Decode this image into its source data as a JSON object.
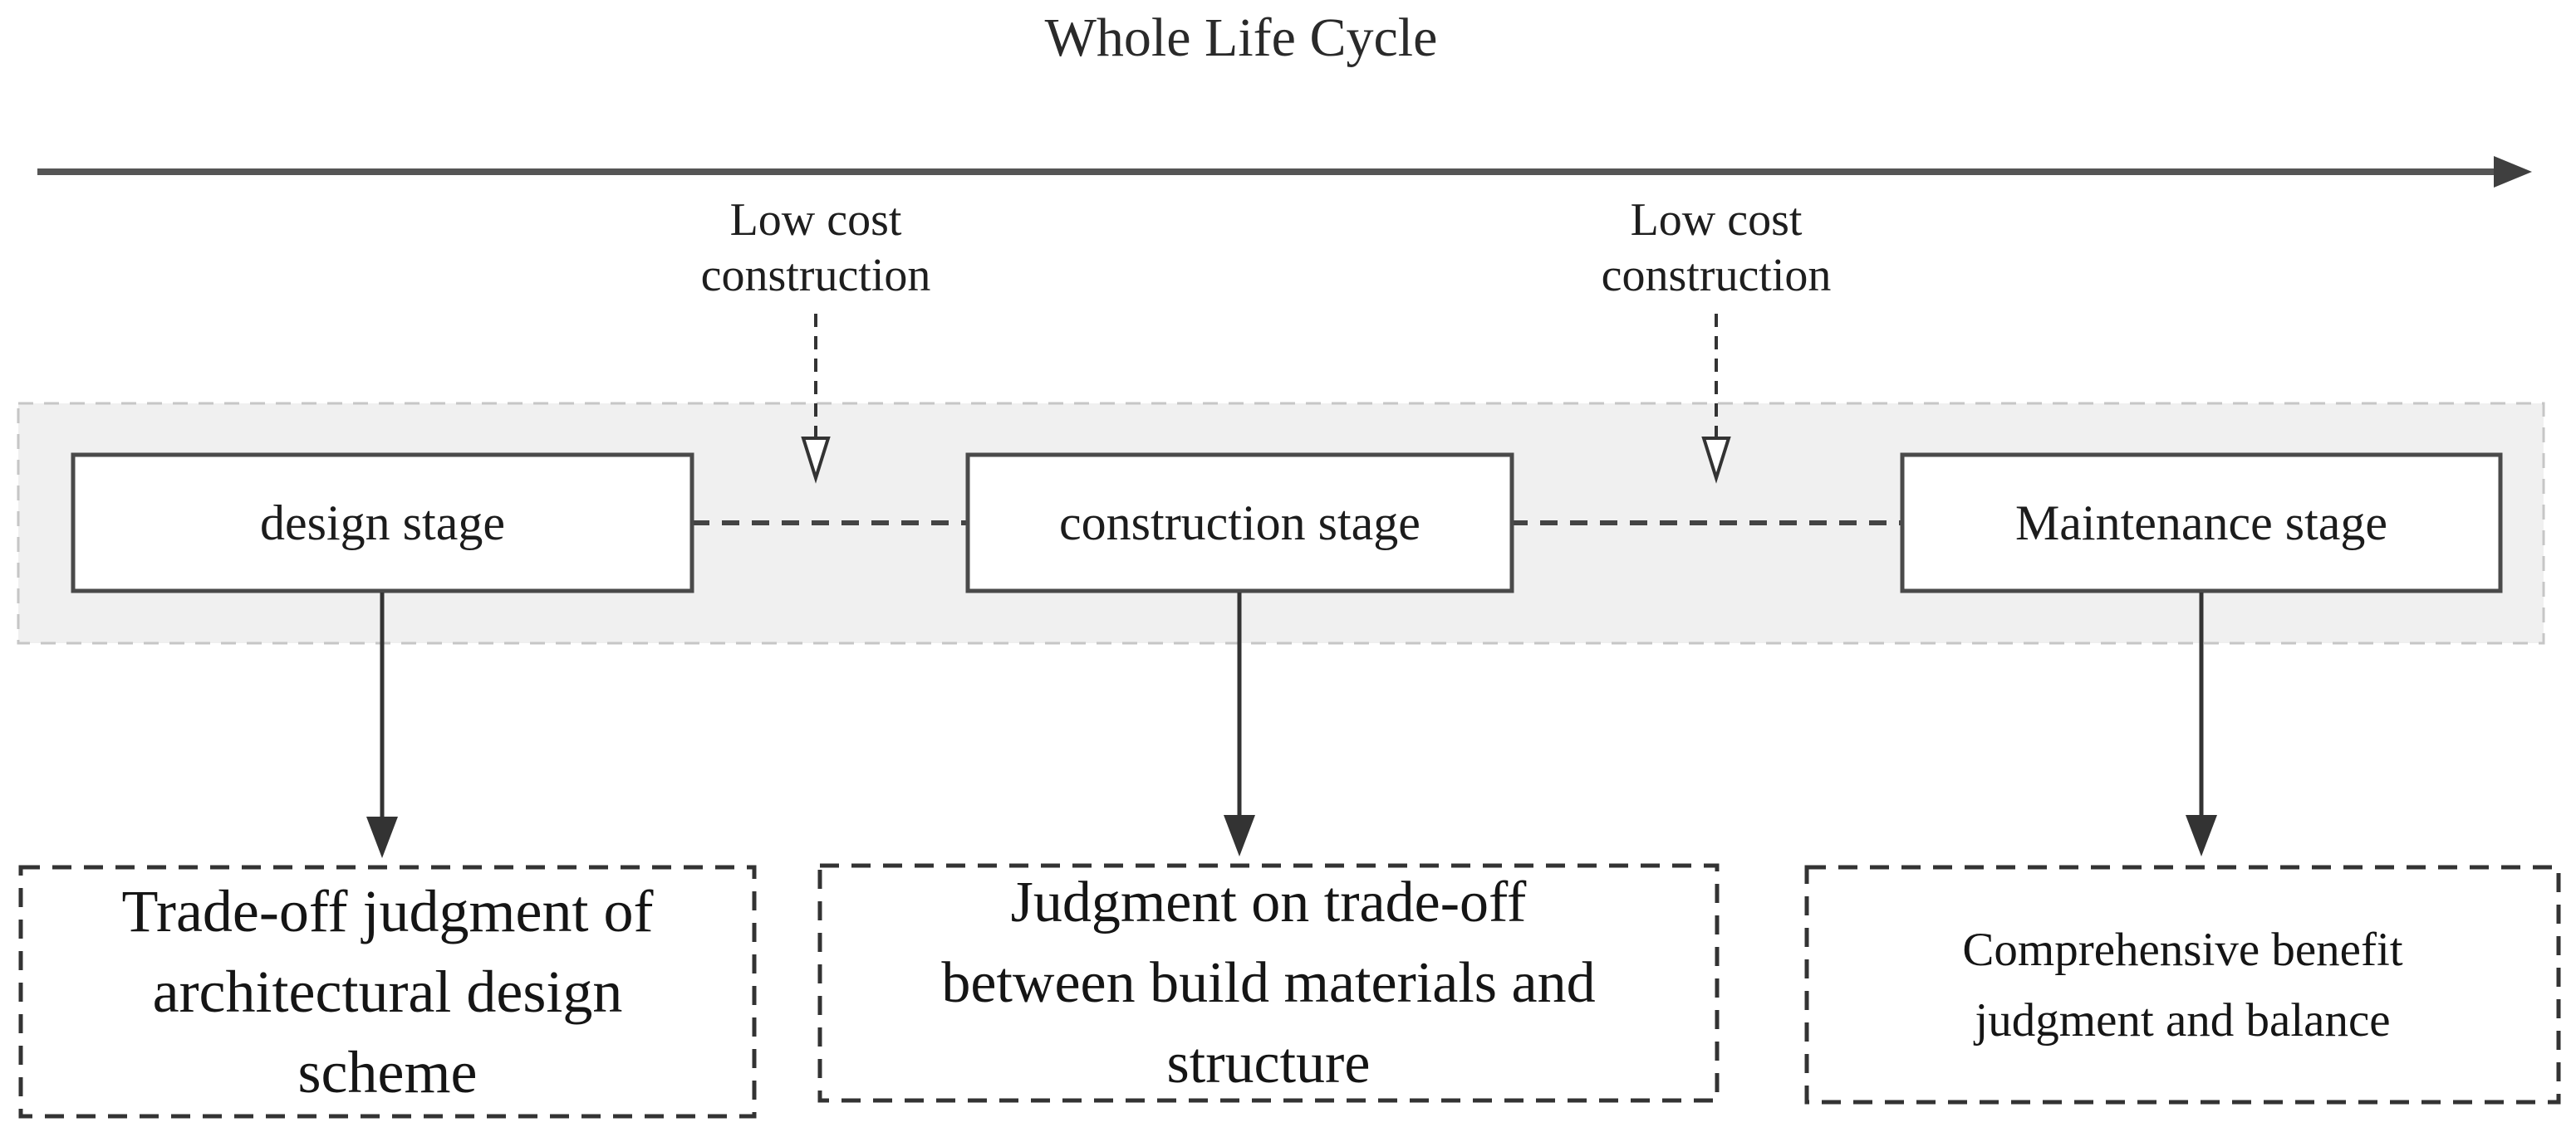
{
  "title": "Whole Life Cycle",
  "annotations": [
    {
      "text": "Low cost\nconstruction"
    },
    {
      "text": "Low cost\nconstruction"
    }
  ],
  "stages": [
    {
      "label": "design stage"
    },
    {
      "label": "construction stage"
    },
    {
      "label": "Maintenance stage"
    }
  ],
  "outcomes": [
    {
      "text": "Trade-off judgment of\narchitectural design\nscheme"
    },
    {
      "text": "Judgment on trade-off\nbetween build materials and\nstructure"
    },
    {
      "text": "Comprehensive benefit\njudgment and balance"
    }
  ],
  "colors": {
    "background": "#ffffff",
    "line_dark": "#3a3a3a",
    "timeline_arrow": "#555555",
    "band_fill": "#f0f0f0",
    "band_border": "#c6c6c6",
    "stage_box_border": "#4a4a4a",
    "stage_box_fill": "#ffffff",
    "outcome_box_border": "#333333",
    "text": "#1e1e1e"
  }
}
